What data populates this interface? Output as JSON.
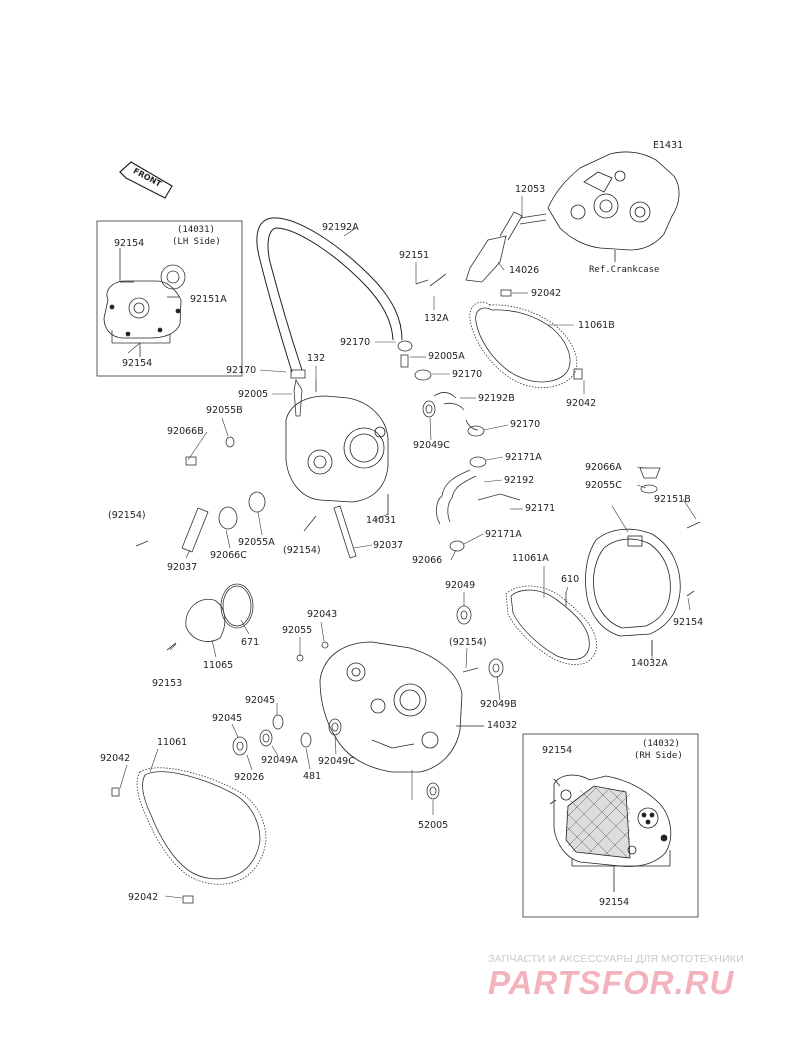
{
  "diagram_code": "E1431",
  "front_label": "FRONT",
  "ref_crankcase": "Ref.Crankcase",
  "inset_left": {
    "part": "(14031)",
    "side": "(LH Side)",
    "label_a": "92154",
    "label_b": "92151A",
    "label_c": "92154"
  },
  "inset_right": {
    "part": "(14032)",
    "side": "(RH Side)",
    "label_a": "92154",
    "label_b": "92154"
  },
  "parts": {
    "p12053": "12053",
    "p92151": "92151",
    "p14026": "14026",
    "p92042_a": "92042",
    "p132A": "132A",
    "p11061B": "11061B",
    "p92192A": "92192A",
    "p92170_a": "92170",
    "p92005A": "92005A",
    "p92170_b": "92170",
    "p92170_c": "92170",
    "p132": "132",
    "p92005": "92005",
    "p92192B": "92192B",
    "p92042_b": "92042",
    "p92055B": "92055B",
    "p92066B": "92066B",
    "p92049C_a": "92049C",
    "p92170_d": "92170",
    "p92171A_a": "92171A",
    "p92192": "92192",
    "p92066A": "92066A",
    "p92055C": "92055C",
    "p92151B": "92151B",
    "p92171": "92171",
    "p14031": "14031",
    "p92154_a": "(92154)",
    "p92066C": "92066C",
    "p92055A": "92055A",
    "p92154_b": "(92154)",
    "p92037_a": "92037",
    "p92037_b": "92037",
    "p92171A_b": "92171A",
    "p92066": "92066",
    "p11061A": "11061A",
    "p610": "610",
    "p92049": "92049",
    "p92154_c": "92154",
    "p14032A": "14032A",
    "p92043": "92043",
    "p92055": "92055",
    "p671": "671",
    "p11065": "11065",
    "p92153": "92153",
    "p92154_d": "(92154)",
    "p92049B": "92049B",
    "p92045_a": "92045",
    "p92045_b": "92045",
    "p14032": "14032",
    "p92026": "92026",
    "p92049A": "92049A",
    "p481": "481",
    "p92049C_b": "92049C",
    "p11061": "11061",
    "p92042_c": "92042",
    "p52005": "52005",
    "p92042_d": "92042"
  },
  "watermark": {
    "tagline": "ЗАПЧАСТИ И АКСЕССУАРЫ ДЛЯ МОТОТЕХНИКИ",
    "logo": "PARTSFOR.RU",
    "color": "#f3b3bd"
  }
}
